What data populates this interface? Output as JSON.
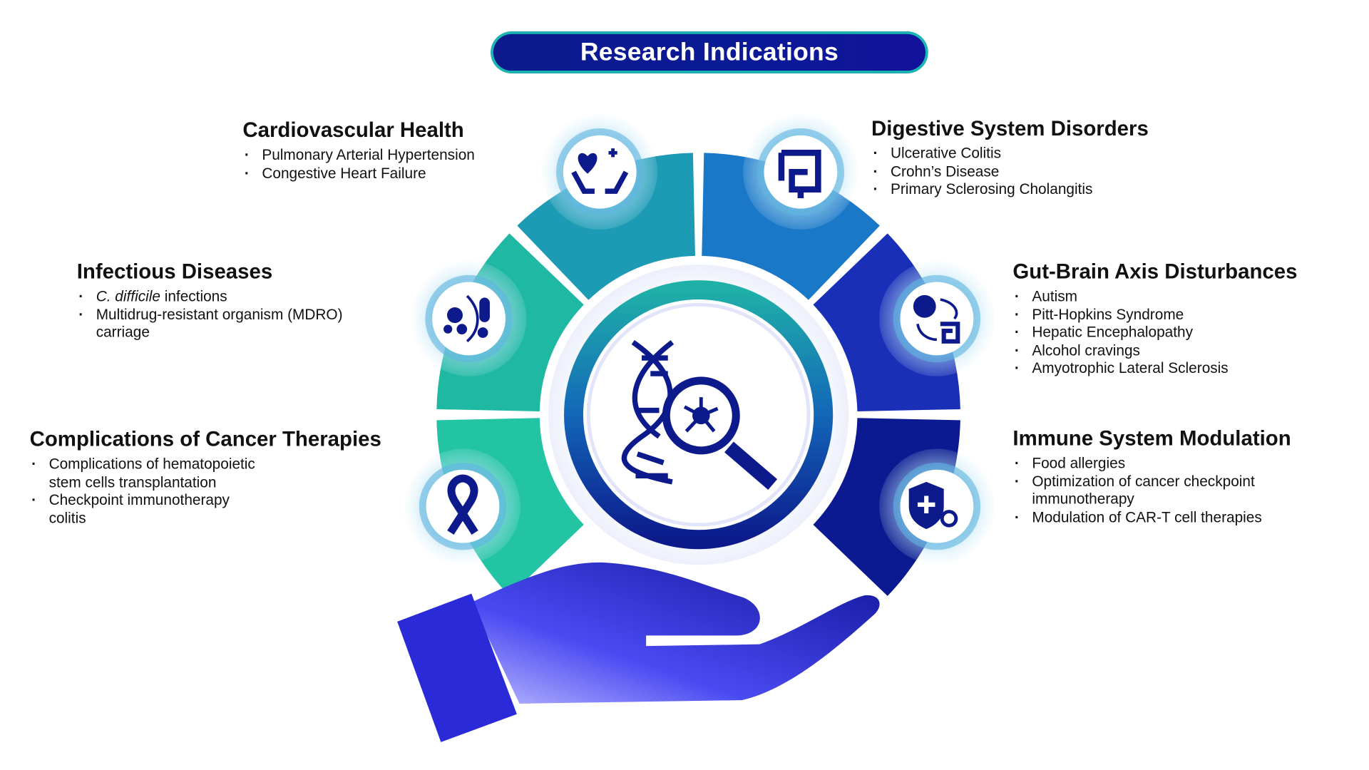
{
  "title": "Research Indications",
  "colors": {
    "navy": "#0c1a8c",
    "teal": "#19b8b0",
    "segment_digestive": "#1a78c8",
    "segment_gut_brain": "#1a2fb8",
    "segment_immune": "#0b1a90",
    "segment_cardio": "#1d9bb5",
    "segment_infectious": "#1fb8a2",
    "segment_cancer": "#22c4a4"
  },
  "sections": {
    "cardio": {
      "title": "Cardiovascular Health",
      "icon": "heart-hands-icon",
      "items": [
        "Pulmonary Arterial Hypertension",
        "Congestive Heart Failure"
      ]
    },
    "digestive": {
      "title": "Digestive System Disorders",
      "icon": "intestine-icon",
      "items": [
        "Ulcerative Colitis",
        "Crohn’s Disease",
        "Primary Sclerosing Cholangitis"
      ]
    },
    "infectious": {
      "title": "Infectious Diseases",
      "icon": "bacteria-pill-icon",
      "items_italic": "C. difficile",
      "items": [
        " infections",
        "Multidrug-resistant organism (MDRO)",
        "carriage"
      ]
    },
    "gutbrain": {
      "title": "Gut-Brain Axis Disturbances",
      "icon": "brain-gut-icon",
      "items": [
        "Autism",
        "Pitt-Hopkins Syndrome",
        "Hepatic Encephalopathy",
        "Alcohol cravings",
        "Amyotrophic Lateral Sclerosis"
      ]
    },
    "cancer": {
      "title": "Complications of Cancer Therapies",
      "icon": "ribbon-icon",
      "items": [
        "Complications of hematopoietic",
        "stem cells transplantation",
        "Checkpoint immunotherapy",
        "colitis"
      ]
    },
    "immune": {
      "title": "Immune System Modulation",
      "icon": "shield-virus-icon",
      "items": [
        "Food allergies",
        "Optimization of cancer checkpoint",
        "immunotherapy",
        "Modulation of CAR-T cell therapies"
      ]
    }
  }
}
